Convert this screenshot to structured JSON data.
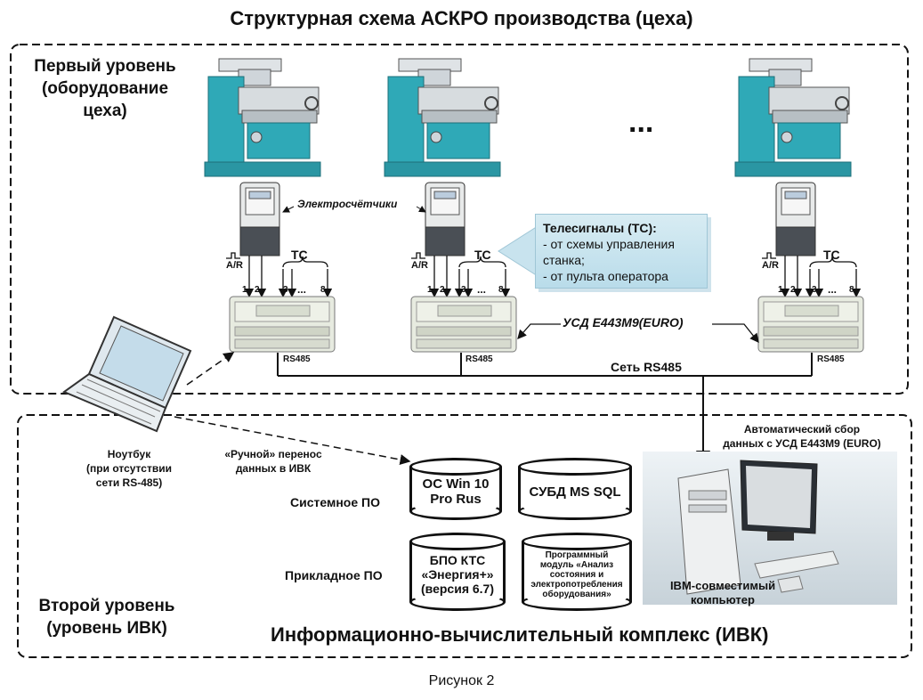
{
  "title": "Структурная схема АСКРО производства (цеха)",
  "level1": {
    "line1": "Первый уровень",
    "line2": "(оборудование",
    "line3": "цеха)"
  },
  "level2": {
    "line1": "Второй уровень",
    "line2": "(уровень ИВК)"
  },
  "meters_label": "Электросчётчики",
  "ar_label": "A/R",
  "ts_label": "ТС",
  "pins": {
    "p1": "1",
    "p2": "2",
    "p3": "3",
    "dots": "...",
    "p8": "8"
  },
  "ellipsis": "...",
  "telesignals": {
    "title": "Телесигналы (ТС):",
    "item1a": "- от схемы управления",
    "item1b": "станка;",
    "item2": "- от пульта оператора"
  },
  "usd_label": "УСД Е443М9(EURO)",
  "rs485": "RS485",
  "network": "Сеть RS485",
  "notebook": {
    "line1": "Ноутбук",
    "line2": "(при отсутствии",
    "line3": "сети RS-485)"
  },
  "manual": {
    "line1": "«Ручной» перенос",
    "line2": "данных в ИВК"
  },
  "auto": {
    "line1": "Автоматический сбор",
    "line2": "данных с УСД Е443М9 (EURO)"
  },
  "system_sw": "Системное ПО",
  "applied_sw": "Прикладное ПО",
  "db_os": {
    "l1": "ОС Win 10",
    "l2": "Pro Rus"
  },
  "db_sql": "СУБД MS SQL",
  "db_bpo": {
    "l1": "БПО КТС",
    "l2": "«Энергия+»",
    "l3": "(версия 6.7)"
  },
  "db_module": {
    "l1": "Программный",
    "l2": "модуль «Анализ",
    "l3": "состояния и",
    "l4": "электропотребления",
    "l5": "оборудования»"
  },
  "pc": {
    "line1": "IBM-совместимый",
    "line2": "компьютер"
  },
  "ivk_title": "Информационно-вычислительный комплекс (ИВК)",
  "figure_caption": "Рисунок 2",
  "colors": {
    "machine": "#2fa9b7",
    "device": "#e7ebe0",
    "box": "#c8e3ee"
  }
}
